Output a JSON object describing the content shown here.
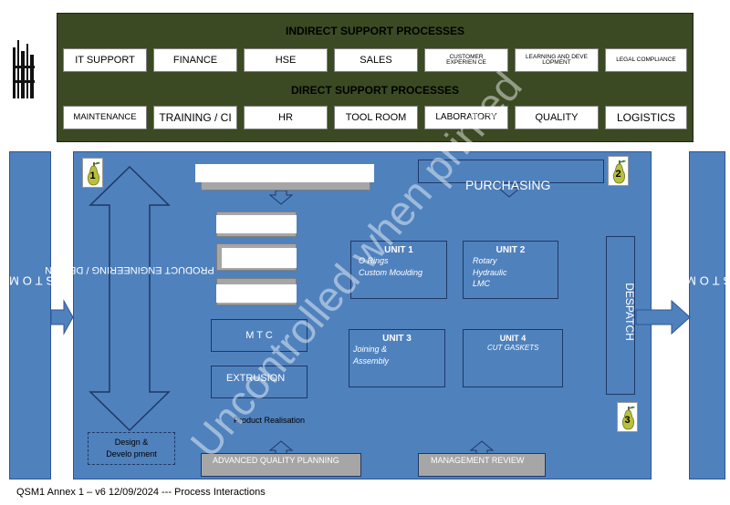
{
  "support": {
    "indirect_heading": "INDIRECT SUPPORT PROCESSES",
    "direct_heading": "DIRECT SUPPORT PROCESSES",
    "indirect": [
      "IT SUPPORT",
      "FINANCE",
      "HSE",
      "SALES",
      "CUSTOMER EXPERIEN CE",
      "LEARNING AND DEVE LOPMENT",
      "LEGAL COMPLIANCE"
    ],
    "direct": [
      "MAINTENANCE",
      "TRAINING / CI",
      "HR",
      "TOOL ROOM",
      "LABORATORY",
      "QUALITY",
      "LOGISTICS"
    ]
  },
  "side": {
    "left_label": "CUSTOMER",
    "right_label": "CUSTOMER"
  },
  "process": {
    "purchasing": "PURCHASING",
    "product_engineering": "PRODUCT ENGINEERING / DESIGN",
    "despatch": "DESPATCH",
    "mtc": "M T C",
    "extrusion": "EXTRUSION",
    "product_realisation": "Product Realisation",
    "design_development": "Design & Develo pment",
    "advanced_quality_planning": "ADVANCED QUALITY PLANNING",
    "management_review": "MANAGEMENT REVIEW",
    "units": [
      {
        "title": "UNIT 1",
        "desc": [
          "O Rings",
          "Custom Moulding"
        ]
      },
      {
        "title": "UNIT 2",
        "desc": [
          "Rotary",
          "Hydraulic",
          "LMC"
        ]
      },
      {
        "title": "UNIT 3",
        "desc": [
          "Joining  &",
          "Assembly"
        ]
      },
      {
        "title": "UNIT 4",
        "desc": [
          "CUT GASKETS"
        ]
      }
    ],
    "badges": [
      "1",
      "2",
      "3"
    ]
  },
  "watermark": "Uncontrolled when printed",
  "footer": "QSM1 Annex 1 – v6 12/09/2024 --- Process Interactions"
}
